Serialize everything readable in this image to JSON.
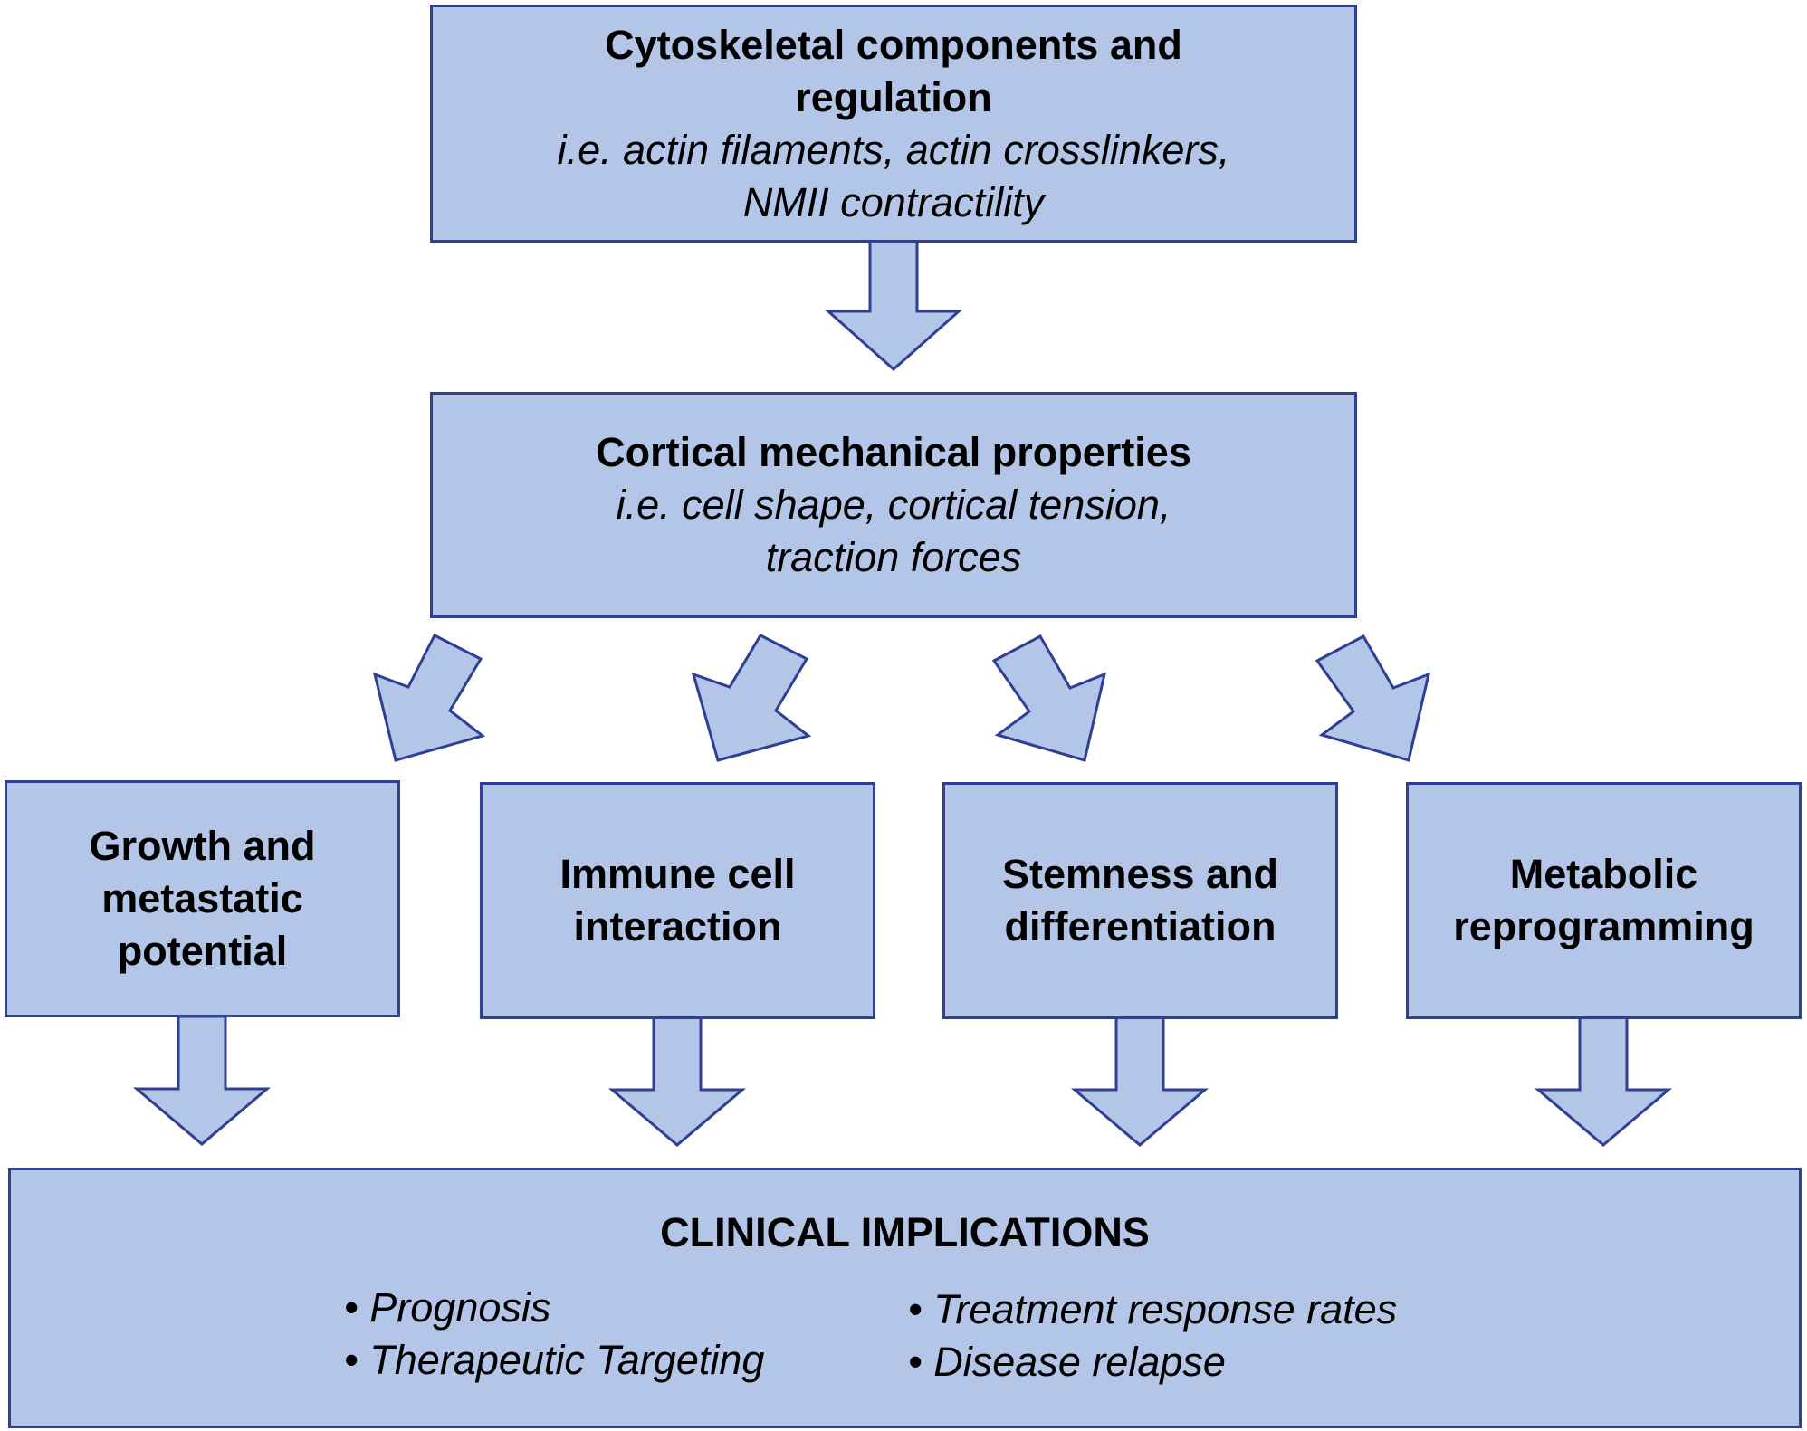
{
  "top_box": {
    "title_line1": "Cytoskeletal components and",
    "title_line2": "regulation",
    "subtitle_line1": "i.e. actin filaments, actin crosslinkers,",
    "subtitle_line2": "NMII contractility"
  },
  "middle_box": {
    "title": "Cortical mechanical properties",
    "subtitle_line1": "i.e. cell shape, cortical tension,",
    "subtitle_line2": "traction forces"
  },
  "outcome_boxes": [
    {
      "line1": "Growth and",
      "line2": "metastatic",
      "line3": "potential"
    },
    {
      "line1": "Immune cell",
      "line2": "interaction"
    },
    {
      "line1": "Stemness and",
      "line2": "differentiation"
    },
    {
      "line1": "Metabolic",
      "line2": "reprogramming"
    }
  ],
  "clinical_box": {
    "title": "CLINICAL IMPLICATIONS",
    "bullets_left": [
      "Prognosis",
      "Therapeutic Targeting"
    ],
    "bullets_right": [
      "Treatment response rates",
      "Disease relapse"
    ],
    "bullet_marker": "•"
  },
  "colors": {
    "box_fill": "#b4c6e7",
    "box_border": "#2f3f95"
  }
}
